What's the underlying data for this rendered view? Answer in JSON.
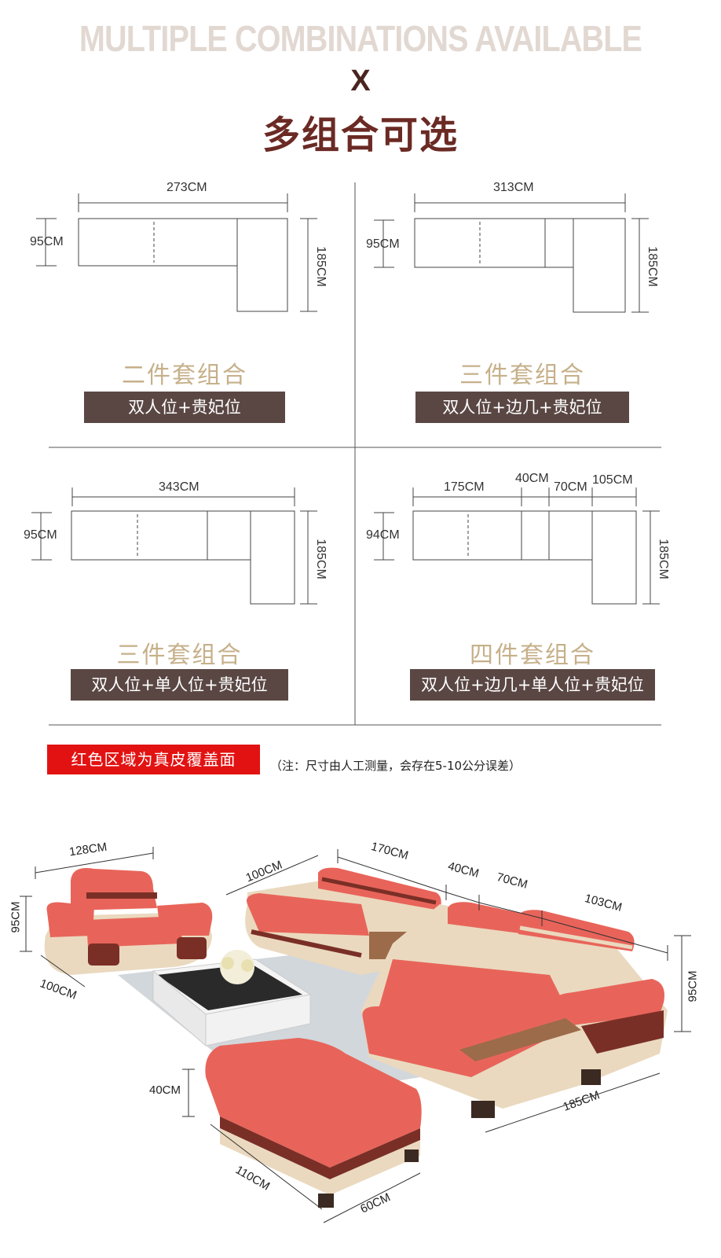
{
  "header": {
    "title_en": "MULTIPLE COMBINATIONS AVAILABLE",
    "separator": "X",
    "title_cn": "多组合可选"
  },
  "combos": [
    {
      "dims": {
        "width": "273CM",
        "depth": "95CM",
        "length": "185CM"
      },
      "title": "二件套组合",
      "label": "双人位+贵妃位"
    },
    {
      "dims": {
        "width": "313CM",
        "depth": "95CM",
        "length": "185CM"
      },
      "title": "三件套组合",
      "label": "双人位+边几+贵妃位"
    },
    {
      "dims": {
        "width": "343CM",
        "depth": "95CM",
        "length": "185CM"
      },
      "title": "三件套组合",
      "label": "双人位+单人位+贵妃位"
    },
    {
      "dims": {
        "seg1": "175CM",
        "seg2": "40CM",
        "seg3": "70CM",
        "seg4": "105CM",
        "depth": "94CM",
        "length": "185CM"
      },
      "title": "四件套组合",
      "label": "双人位+边几+单人位+贵妃位"
    }
  ],
  "notice": {
    "badge": "红色区域为真皮覆盖面",
    "note": "（注：尺寸由人工测量，会存在5-10公分误差）"
  },
  "photo_dims": {
    "armchair_width": "128CM",
    "armchair_height": "95CM",
    "armchair_depth": "100CM",
    "sofa_depth": "100CM",
    "sofa_width": "170CM",
    "table_width": "40CM",
    "single_width": "70CM",
    "chaise_width": "103CM",
    "right_height": "95CM",
    "chaise_length": "185CM",
    "ottoman_height": "40CM",
    "ottoman_length": "110CM",
    "ottoman_width": "60CM"
  },
  "colors": {
    "leather": "#e8645a",
    "cream": "#ead9bf",
    "brown_trim": "#7a2f26",
    "label_bg": "#5a4744",
    "title_gold": "#c6b08a",
    "badge_red": "#e31212"
  }
}
